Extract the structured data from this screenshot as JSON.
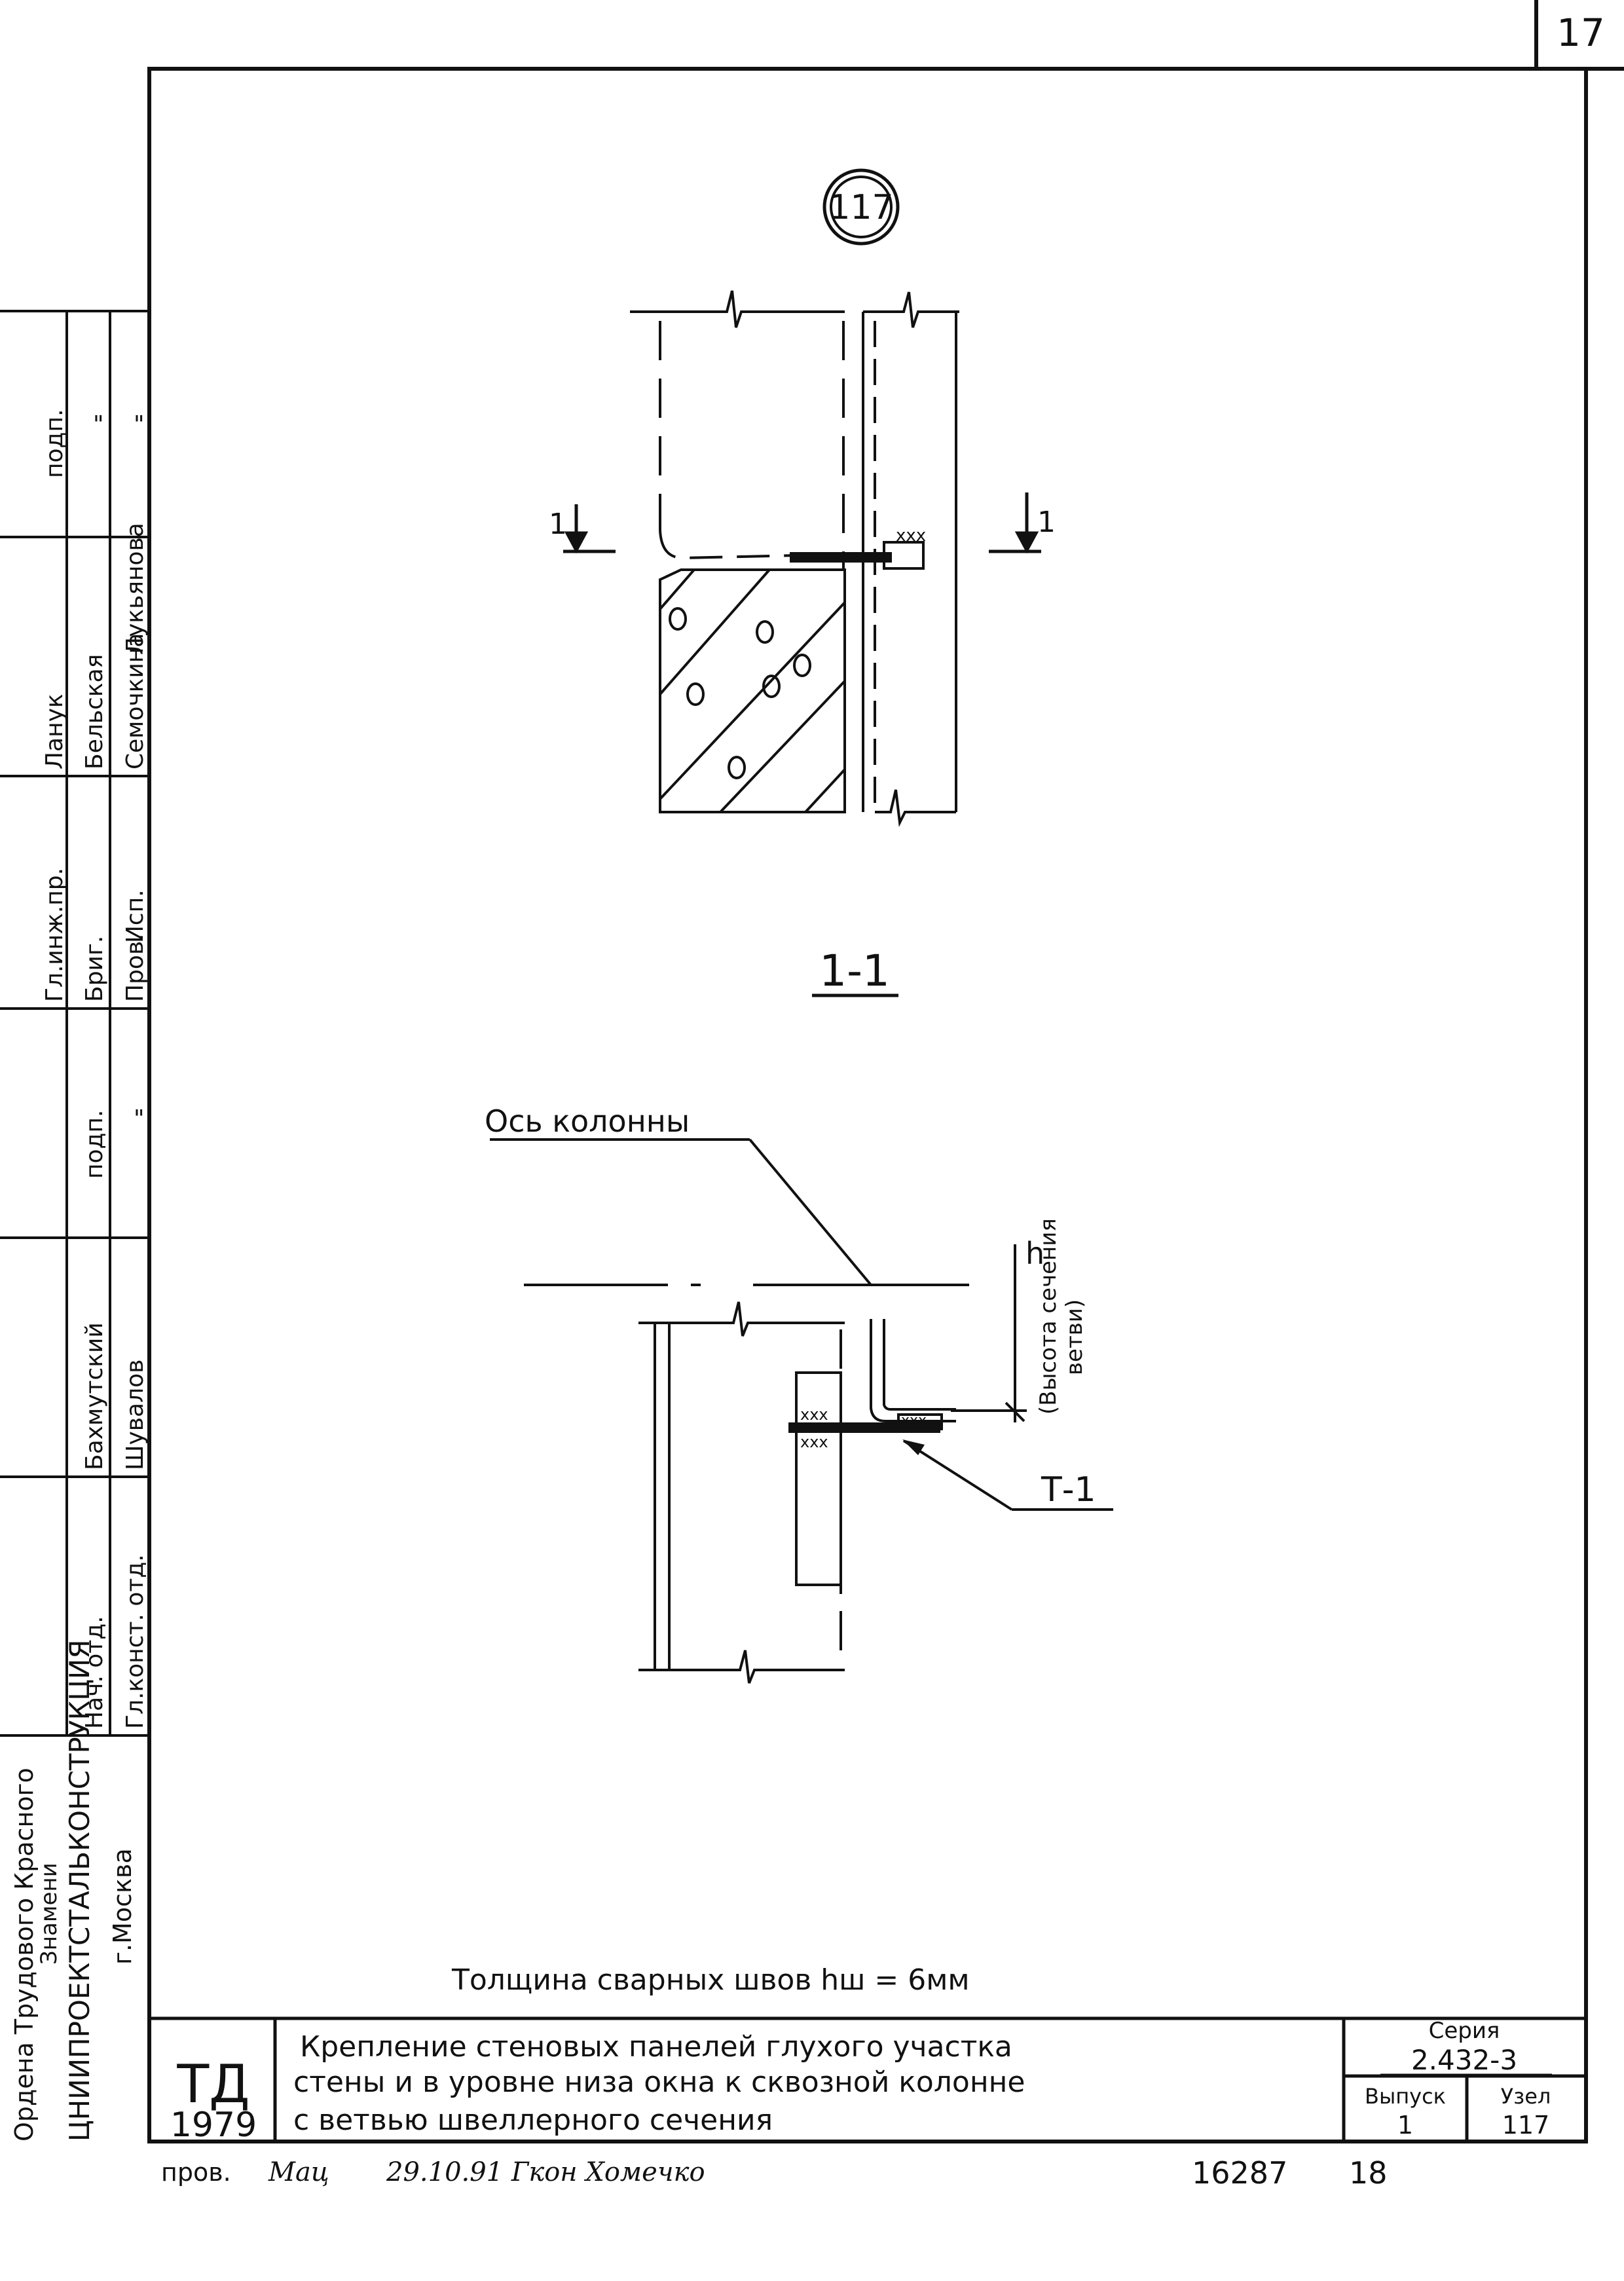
{
  "sheet_number": "17",
  "node_marker": "117",
  "section_marks": [
    "1",
    "1"
  ],
  "section_title": "1-1",
  "axis_label": "Ось колонны",
  "dim_h": "h",
  "dim_note_line1": "(Высота сечения",
  "dim_note_line2": "ветви)",
  "weld_marks": "xxx",
  "tag_t1": "Т-1",
  "weld_note": "Толщина сварных швов hш = 6мм",
  "stamp": {
    "org_line1": "Ордена Трудового Красного",
    "org_line2": "Знамени",
    "org_line3": "ЦНИИПРОЕКТСТАЛЬКОНСТРУКЦИЯ",
    "org_line4": "г.Москва",
    "roles": [
      "Нач. отд.",
      "Гл.конст. отд.",
      "Гл.инж.пр.",
      "Бриг.",
      "Пров.",
      "Исп."
    ],
    "names": [
      "Бахмутский",
      "Шувалов",
      "Ланук",
      "Бельская",
      "Семочкина",
      "Лукьянова"
    ],
    "sign_header": "подп.",
    "ditto": "\""
  },
  "title_block": {
    "logo": "ТД",
    "year": "1979",
    "title_line1": "Крепление стеновых панелей глухого участка",
    "title_line2": "стены и в уровне низа окна к сквозной колонне",
    "title_line3": "с ветвью швеллерного сечения",
    "series_label": "Серия",
    "series_value": "2.432-3",
    "issue_label": "Выпуск",
    "issue_value": "1",
    "node_label": "Узел",
    "node_value": "117"
  },
  "footer": {
    "check_label": "пров.",
    "check_sign": "Мац",
    "check_note": "29.10.91 Гкон Хомечко",
    "doc_number": "16287",
    "sheet_count": "18"
  }
}
